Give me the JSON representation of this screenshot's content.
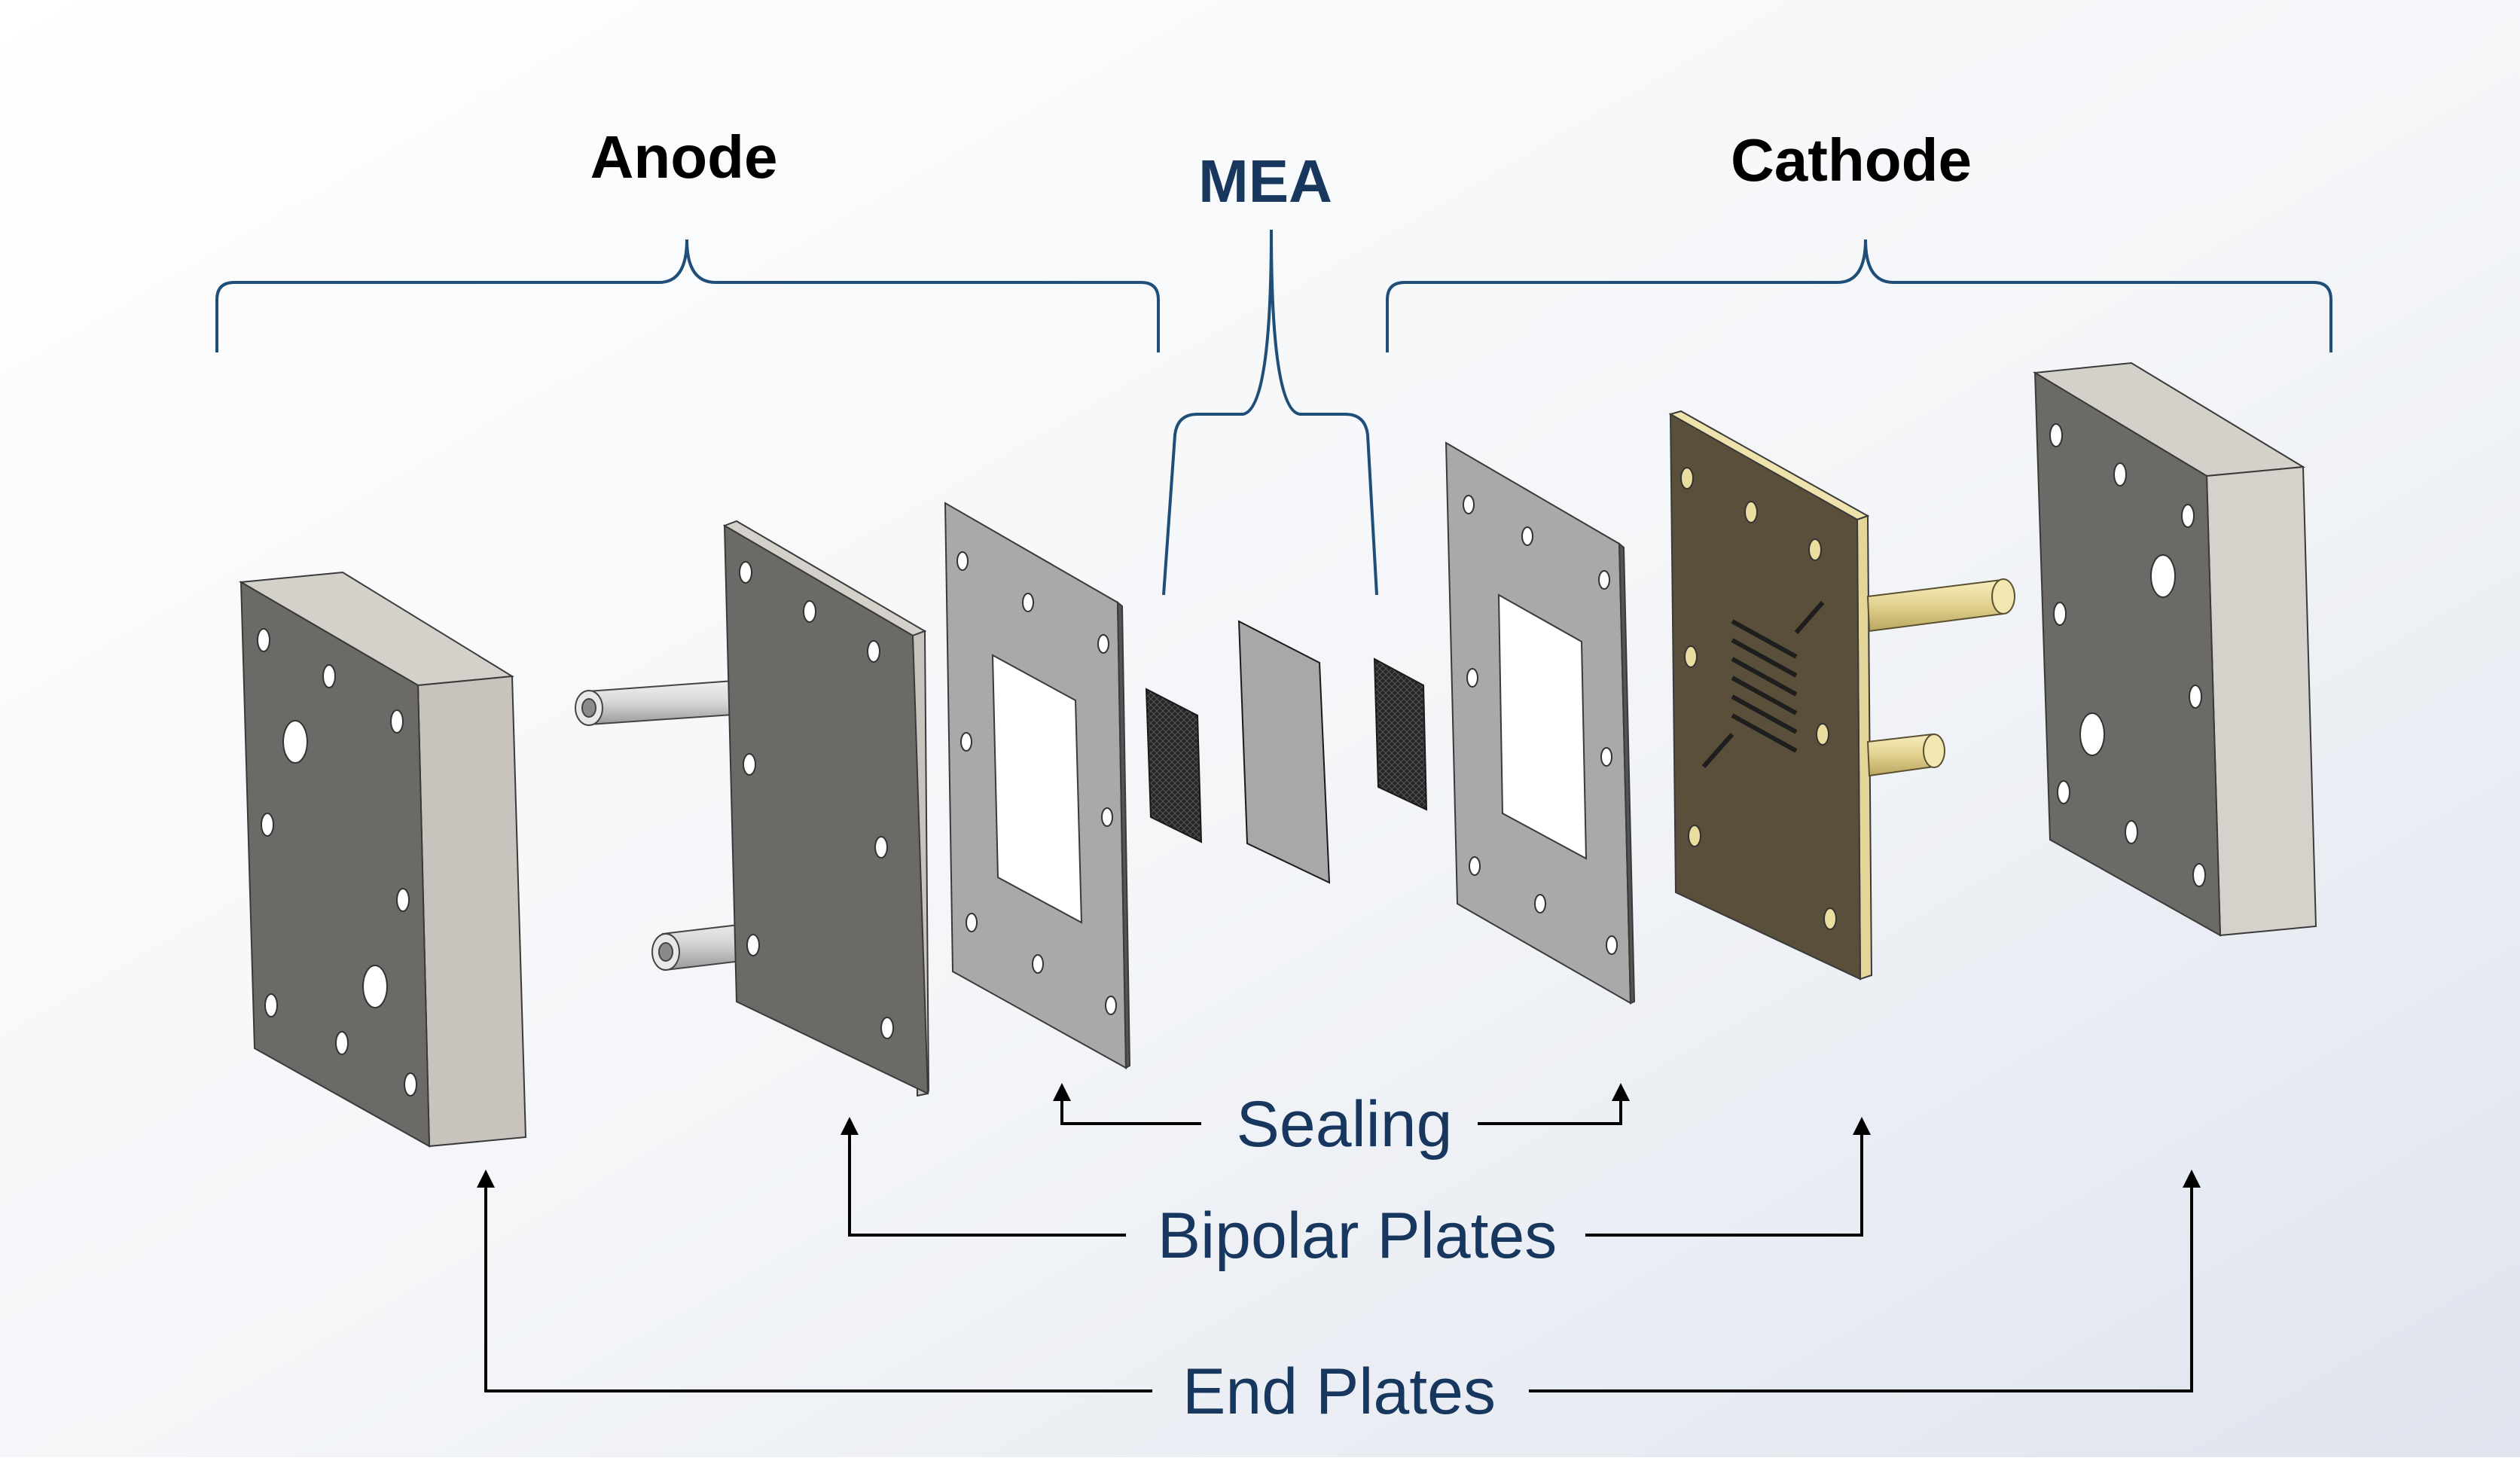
{
  "labels": {
    "anode": "Anode",
    "mea": "MEA",
    "cathode": "Cathode",
    "sealing": "Sealing",
    "bipolar_plates": "Bipolar Plates",
    "end_plates": "End Plates"
  },
  "colors": {
    "label_dark": "#000000",
    "label_blue": "#17375e",
    "bracket": "#1f4e79",
    "plate_face": "#6b6a66",
    "plate_side": "#c7c3bc",
    "gasket": "#a9a9a9",
    "gold_face": "#5a4f3a",
    "gold_edge": "#e6d59a",
    "carbon": "#2b2b2b",
    "membrane": "#a8a8a8"
  }
}
